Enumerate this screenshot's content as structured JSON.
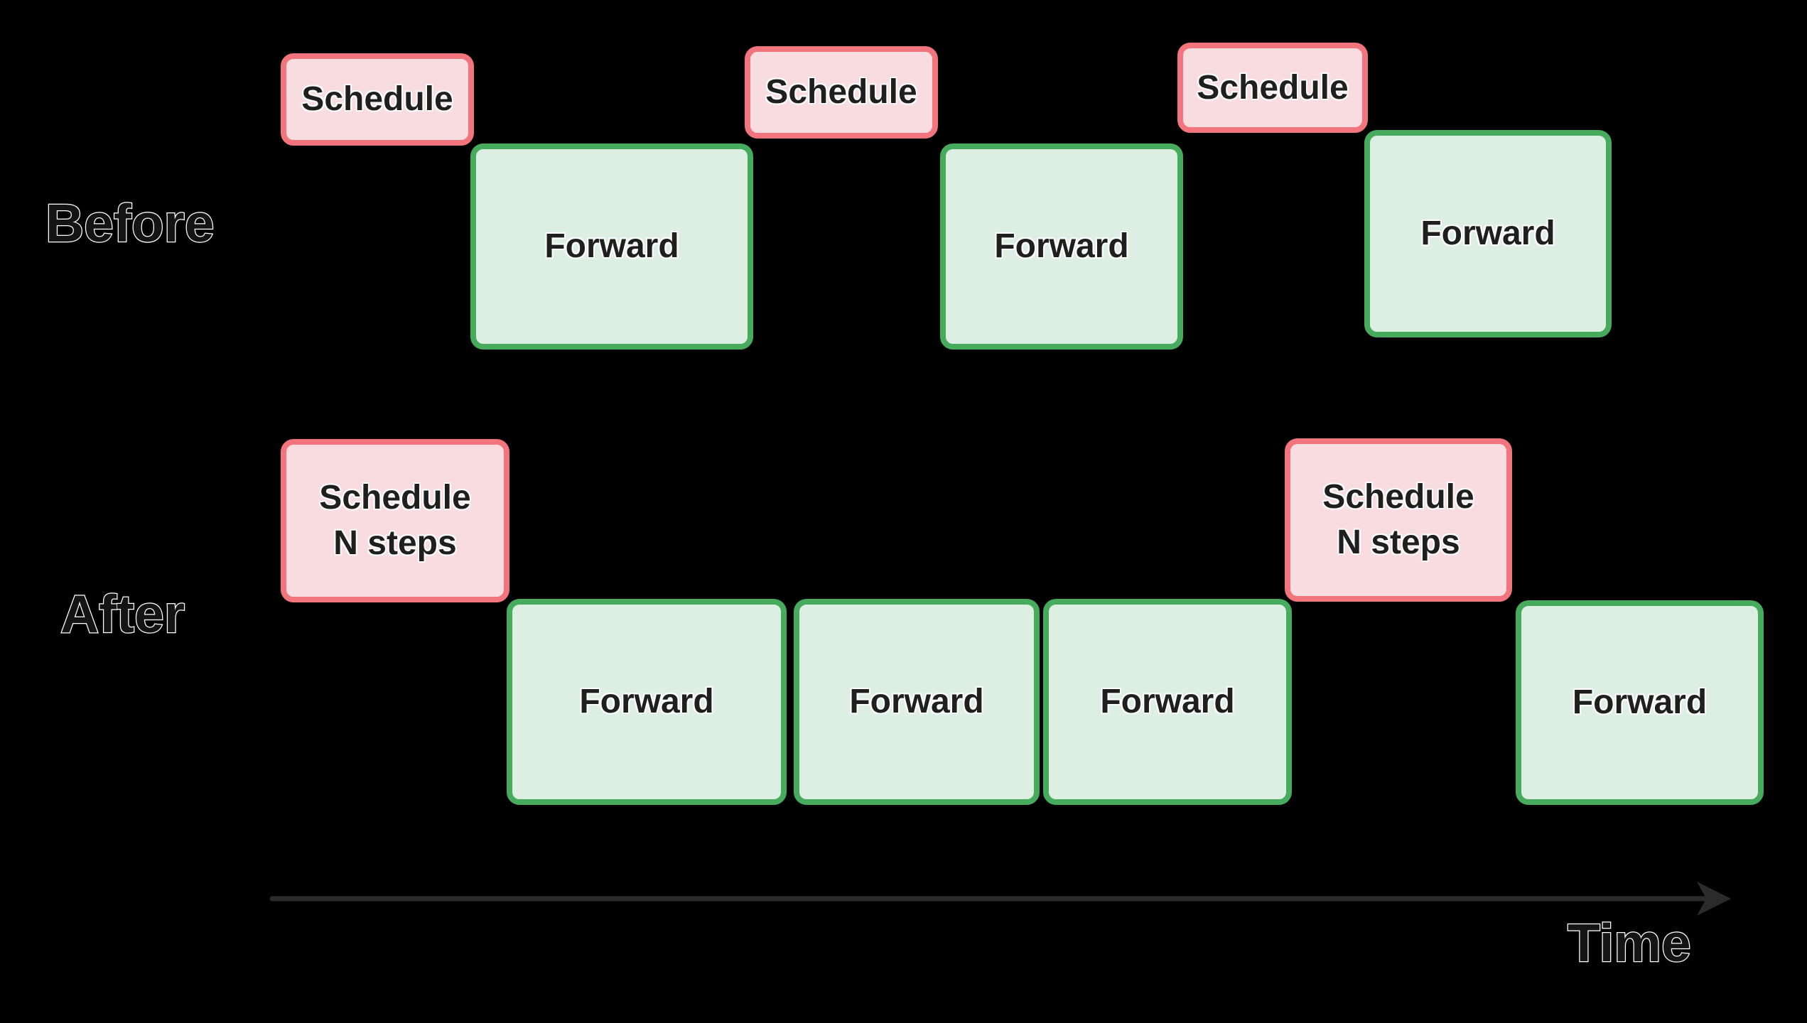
{
  "colors": {
    "background": "#000000",
    "schedule_fill": "#f8dce0",
    "schedule_border": "#f2757d",
    "forward_fill": "#ddeee3",
    "forward_border": "#47ab5e",
    "box_text": "#1f1f1f",
    "outline_label_fill": "#141414",
    "outline_label_stroke": "#ffffff",
    "time_arrow": "#2b2b2b"
  },
  "before": {
    "row_label": "Before",
    "schedules": [
      {
        "label": "Schedule"
      },
      {
        "label": "Schedule"
      },
      {
        "label": "Schedule"
      }
    ],
    "forwards": [
      {
        "label": "Forward"
      },
      {
        "label": "Forward"
      },
      {
        "label": "Forward"
      }
    ]
  },
  "after": {
    "row_label": "After",
    "schedules": [
      {
        "line1": "Schedule",
        "line2": "N steps"
      },
      {
        "line1": "Schedule",
        "line2": "N steps"
      }
    ],
    "forwards": [
      {
        "label": "Forward"
      },
      {
        "label": "Forward"
      },
      {
        "label": "Forward"
      },
      {
        "label": "Forward"
      }
    ]
  },
  "time_axis": {
    "label": "Time"
  }
}
